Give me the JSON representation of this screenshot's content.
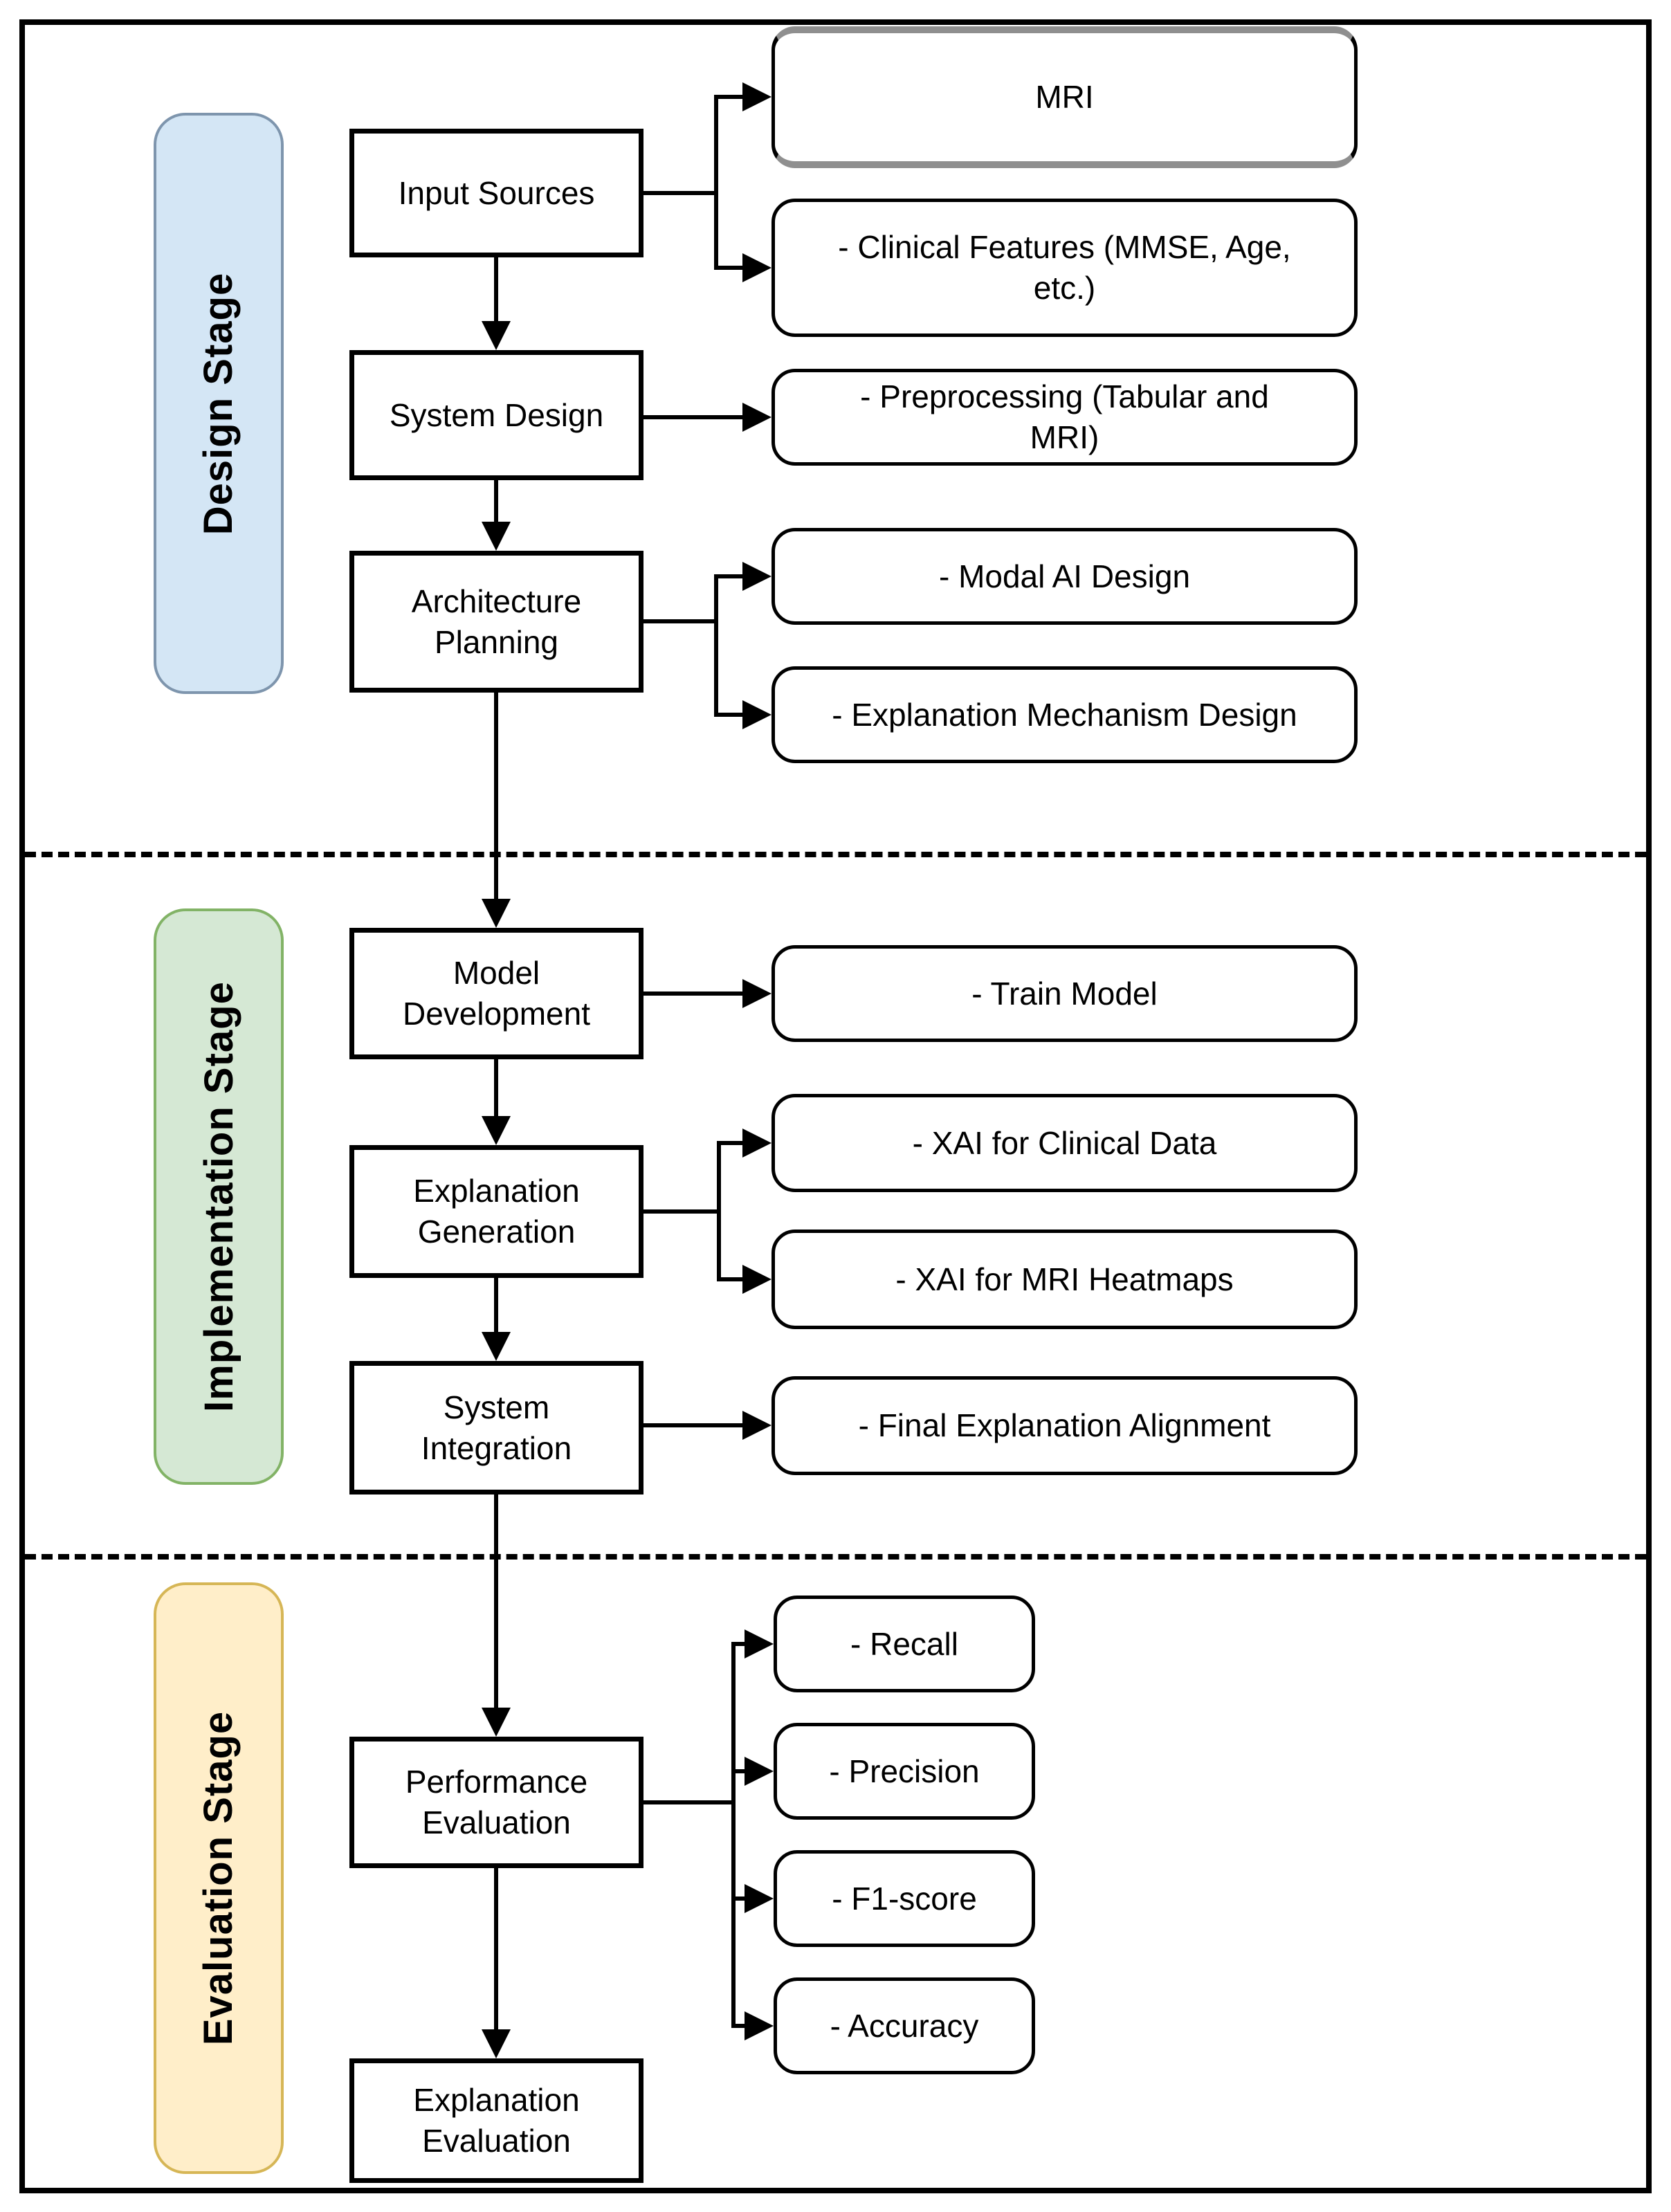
{
  "figure": {
    "stages": [
      {
        "label": "Design Stage",
        "fill": "#d4e6f5",
        "stroke": "#7e95ad"
      },
      {
        "label": "Implementation Stage",
        "fill": "#d5e8d4",
        "stroke": "#82b366"
      },
      {
        "label": "Evaluation Stage",
        "fill": "#ffeec9",
        "stroke": "#d6b656"
      }
    ],
    "steps": [
      {
        "label": "Input Sources"
      },
      {
        "label": "System Design"
      },
      {
        "label": "Architecture\nPlanning"
      },
      {
        "label": "Model\nDevelopment"
      },
      {
        "label": "Explanation\nGeneration"
      },
      {
        "label": "System\nIntegration"
      },
      {
        "label": "Performance\nEvaluation"
      },
      {
        "label": "Explanation\nEvaluation"
      }
    ],
    "details": [
      {
        "label": "MRI"
      },
      {
        "label": "- Clinical Features (MMSE, Age,\netc.)"
      },
      {
        "label": "- Preprocessing (Tabular and\nMRI)"
      },
      {
        "label": "- Modal AI Design"
      },
      {
        "label": "- Explanation Mechanism Design"
      },
      {
        "label": "- Train Model"
      },
      {
        "label": "- XAI for Clinical Data"
      },
      {
        "label": "- XAI for MRI Heatmaps"
      },
      {
        "label": "- Final Explanation Alignment"
      },
      {
        "label": "- Recall"
      },
      {
        "label": "- Precision"
      },
      {
        "label": "- F1-score"
      },
      {
        "label": "- Accuracy"
      }
    ],
    "line_color": "#000000",
    "background": "#ffffff"
  }
}
